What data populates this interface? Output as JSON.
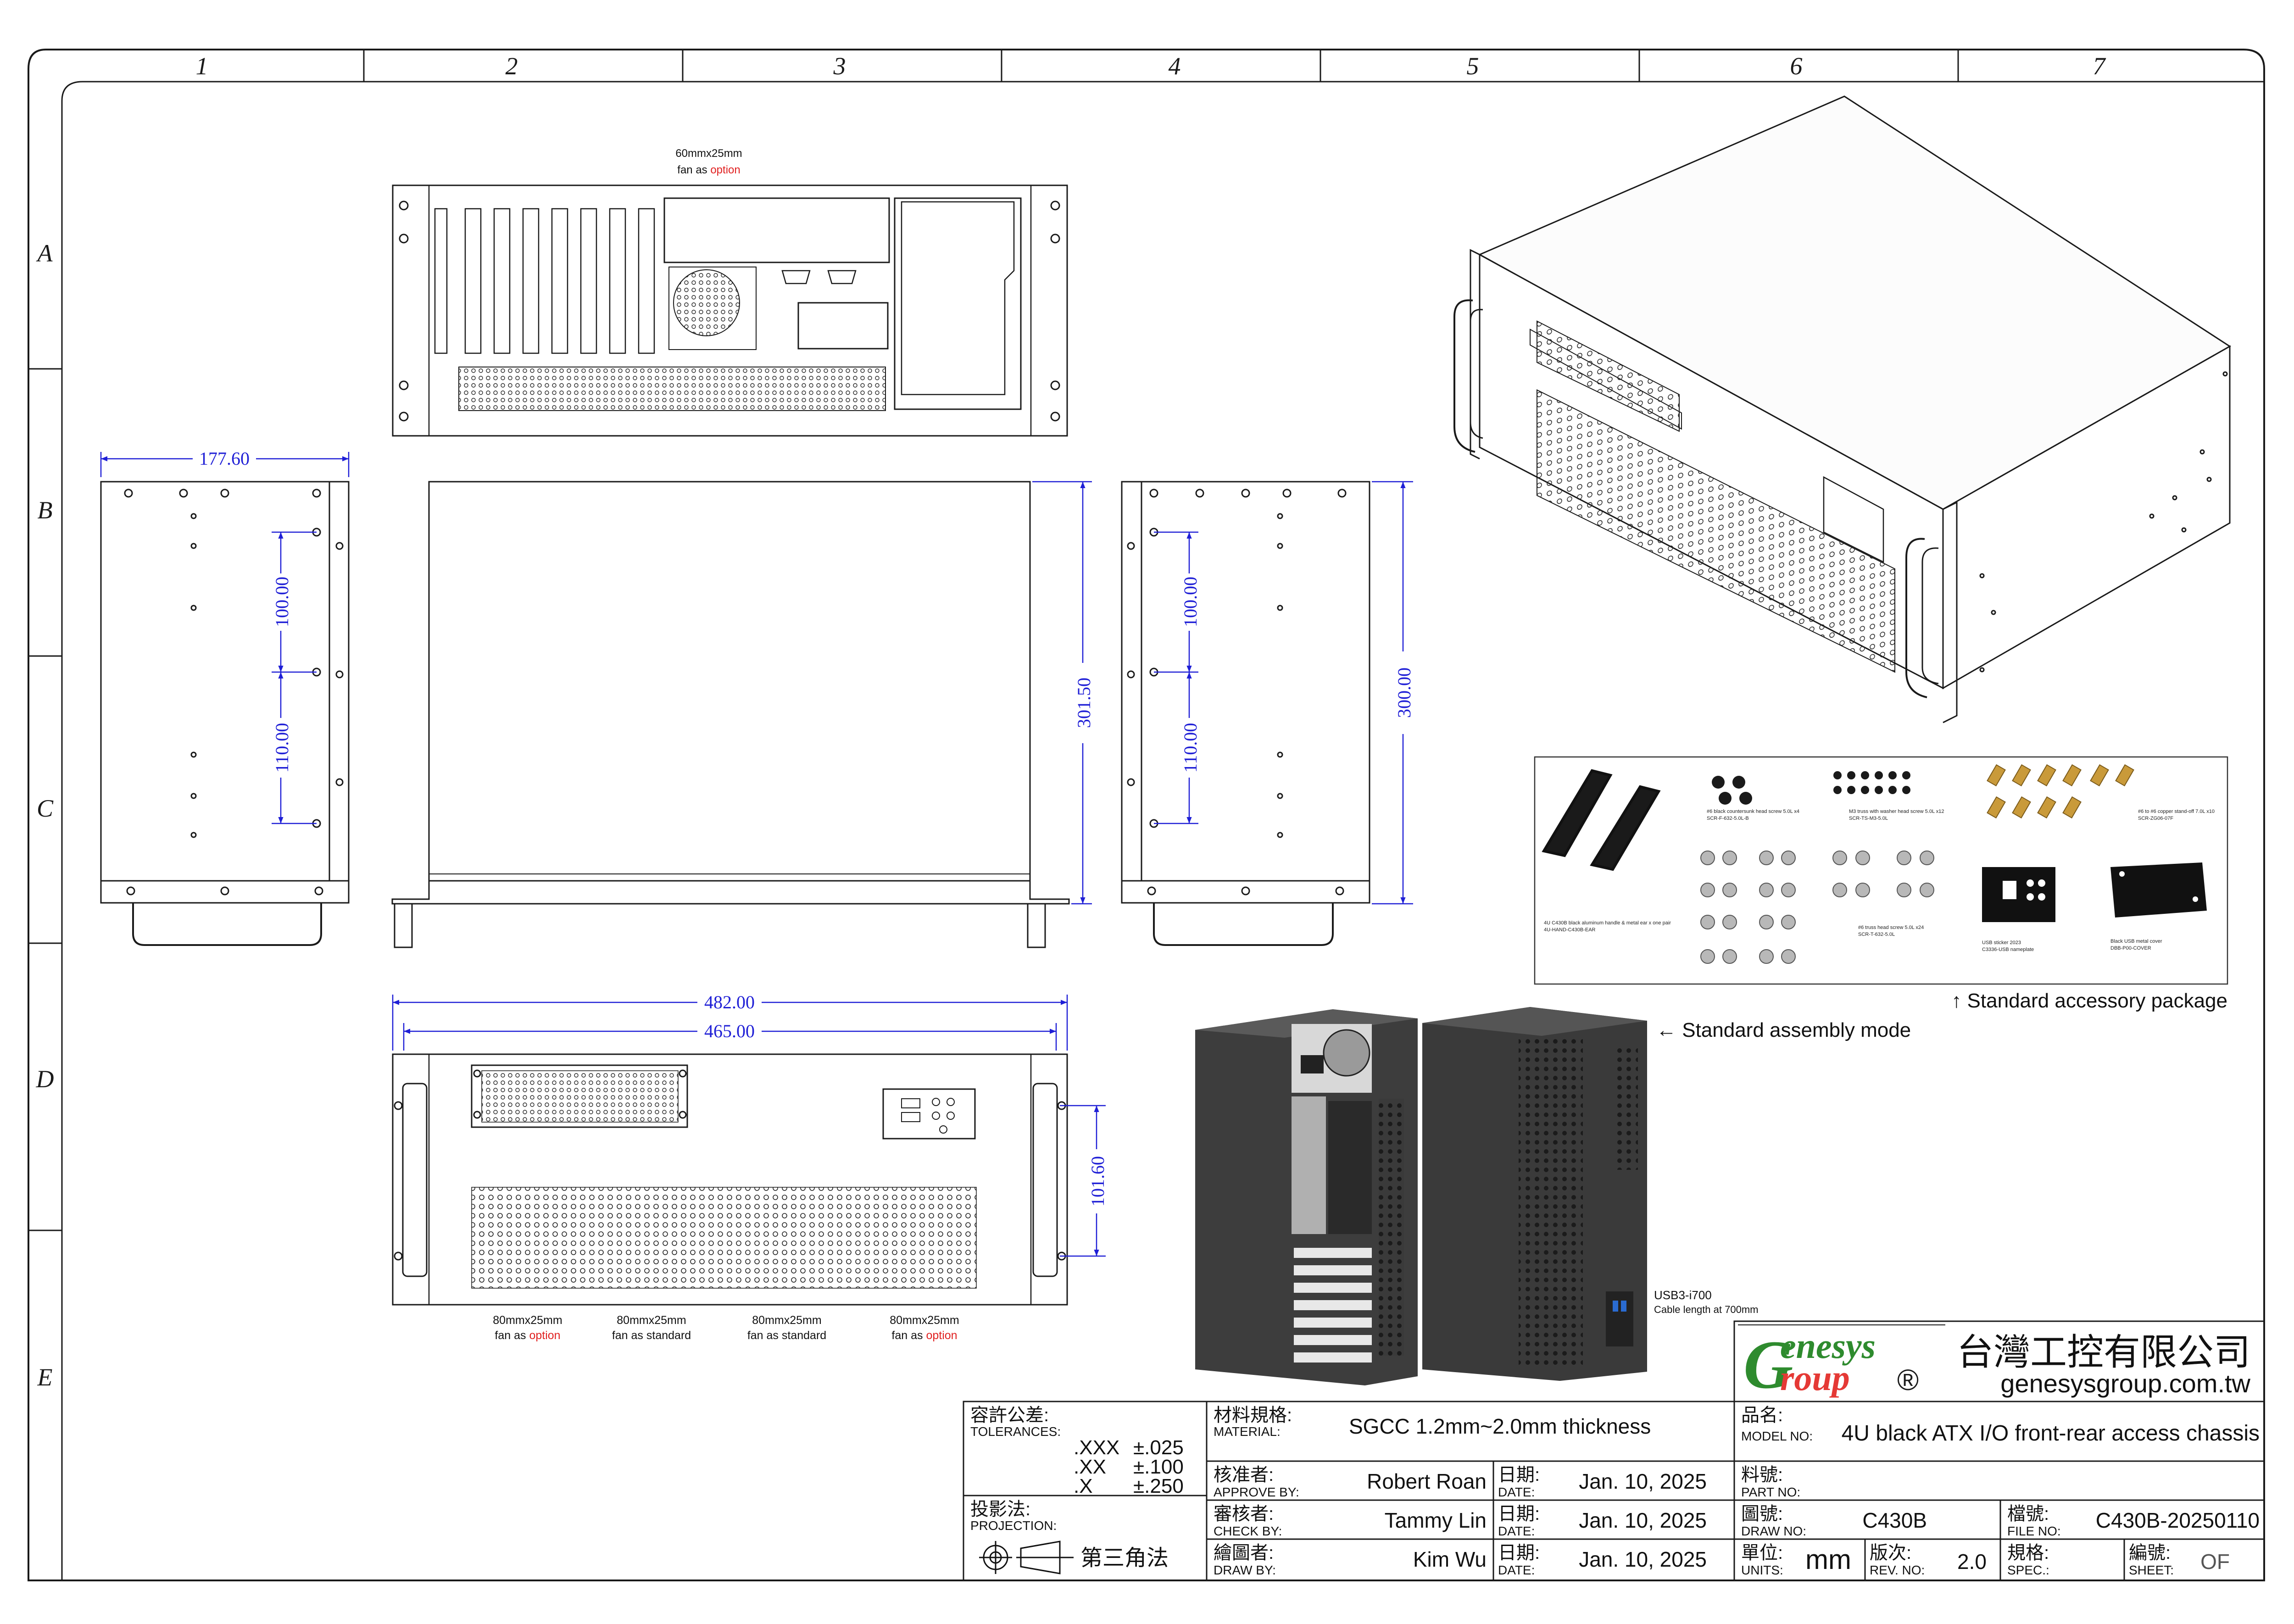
{
  "border": {
    "columns": [
      "1",
      "2",
      "3",
      "4",
      "5",
      "6",
      "7"
    ],
    "rows": [
      "A",
      "B",
      "C",
      "D",
      "E"
    ]
  },
  "rear_view": {
    "fan_note": {
      "line1": "60mmx25mm",
      "line2_a": "fan as ",
      "line2_b": "option"
    }
  },
  "side_view_left": {
    "width_dim": "177.60",
    "dim_upper": "100.00",
    "dim_lower": "110.00"
  },
  "top_view": {
    "depth_dim": "301.50"
  },
  "side_view_right": {
    "dim_upper": "100.00",
    "dim_lower": "110.00",
    "depth_dim": "300.00"
  },
  "front_view": {
    "width_overall": "482.00",
    "width_body": "465.00",
    "height_dim": "101.60",
    "fan_notes": [
      {
        "line1": "80mmx25mm",
        "line2_a": "fan as ",
        "line2_b": "option"
      },
      {
        "line1": "80mmx25mm",
        "line2_a": "fan as standard",
        "line2_b": ""
      },
      {
        "line1": "80mmx25mm",
        "line2_a": "fan as standard",
        "line2_b": ""
      },
      {
        "line1": "80mmx25mm",
        "line2_a": "fan as ",
        "line2_b": "option"
      }
    ]
  },
  "accessories": {
    "caption": "↑ Standard accessory package",
    "items": [
      {
        "line1": "4U C430B black aluminum handle & metal ear x one pair",
        "line2": "4U-HAND-C430B-EAR"
      },
      {
        "line1": "#6 black countersunk head screw 5.0L x4",
        "line2": "SCR-F-632-5.0L-B"
      },
      {
        "line1": "M3 truss with washer head screw 5.0L x12",
        "line2": "SCR-TS-M3-5.0L"
      },
      {
        "line1": "#6 to #6 copper stand-off 7.0L x10",
        "line2": "SCR-ZG06-07F"
      },
      {
        "line1": "#6 truss head screw 5.0L x24",
        "line2": "SCR-T-632-5.0L"
      },
      {
        "line1": "USB sticker 2023",
        "line2": "C3336-USB nameplate"
      },
      {
        "line1": "Black USB metal cover",
        "line2": "DBB-P00-COVER"
      }
    ]
  },
  "assembly": {
    "caption": "← Standard assembly mode",
    "usb_label": "USB3-i700",
    "usb_note": "Cable length at 700mm"
  },
  "company": {
    "logo_g": "G",
    "logo_word1": "enesys",
    "logo_word2": "roup",
    "reg": "®",
    "name_cn": "台灣工控有限公司",
    "website": "genesysgroup.com.tw"
  },
  "title_block": {
    "tolerances_cn": "容許公差:",
    "tolerances_en": "TOLERANCES:",
    "tol_rows": [
      {
        "k": ".XXX",
        "v": "±.025"
      },
      {
        "k": ".XX",
        "v": "±.100"
      },
      {
        "k": ".X",
        "v": "±.250"
      }
    ],
    "projection_cn": "投影法:",
    "projection_en": "PROJECTION:",
    "projection_value": "第三角法",
    "material_cn": "材料規格:",
    "material_en": "MATERIAL:",
    "material_value": "SGCC 1.2mm~2.0mm thickness",
    "approve_cn": "核准者:",
    "approve_en": "APPROVE BY:",
    "approve_value": "Robert Roan",
    "check_cn": "審核者:",
    "check_en": "CHECK BY:",
    "check_value": "Tammy Lin",
    "drawby_cn": "繪圖者:",
    "drawby_en": "DRAW BY:",
    "drawby_value": "Kim Wu",
    "date_cn": "日期:",
    "date_en": "DATE:",
    "date_value": "Jan. 10, 2025",
    "model_cn": "品名:",
    "model_en": "MODEL NO:",
    "model_value": "4U black ATX I/O front-rear access chassis",
    "part_cn": "料號:",
    "part_en": "PART NO:",
    "part_value": "",
    "drawno_cn": "圖號:",
    "drawno_en": "DRAW NO:",
    "drawno_value": "C430B",
    "file_cn": "檔號:",
    "file_en": "FILE NO:",
    "file_value": "C430B-20250110",
    "units_cn": "單位:",
    "units_en": "UNITS:",
    "units_value": "mm",
    "rev_cn": "版次:",
    "rev_en": "REV. NO:",
    "rev_value": "2.0",
    "spec_cn": "規格:",
    "spec_en": "SPEC.:",
    "spec_value": "",
    "sheet_cn": "編號:",
    "sheet_en": "SHEET:",
    "sheet_value": "OF"
  },
  "colors": {
    "dimension": "#1f1fd6",
    "line": "#1a1a1a",
    "accent": "#e02020",
    "logo_green": "#2e8b2e",
    "logo_red": "#e53935"
  }
}
